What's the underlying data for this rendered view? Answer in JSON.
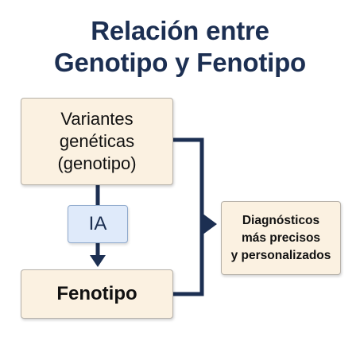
{
  "title": {
    "line1": "Relación entre",
    "line2": "Genotipo y Fenotipo"
  },
  "nodes": {
    "genotype": {
      "lines": [
        "Variantes",
        "genéticas",
        "(genotipo)"
      ]
    },
    "ai": {
      "label": "IA"
    },
    "phenotype": {
      "label": "Fenotipo"
    },
    "outcome": {
      "lines": [
        "Diagnósticos",
        "más precisos",
        "y personalizados"
      ]
    }
  },
  "colors": {
    "title": "#1c2f52",
    "connector": "#1c2f52",
    "node_fill": "#fbf1e1",
    "ai_fill": "#dfeafa"
  }
}
